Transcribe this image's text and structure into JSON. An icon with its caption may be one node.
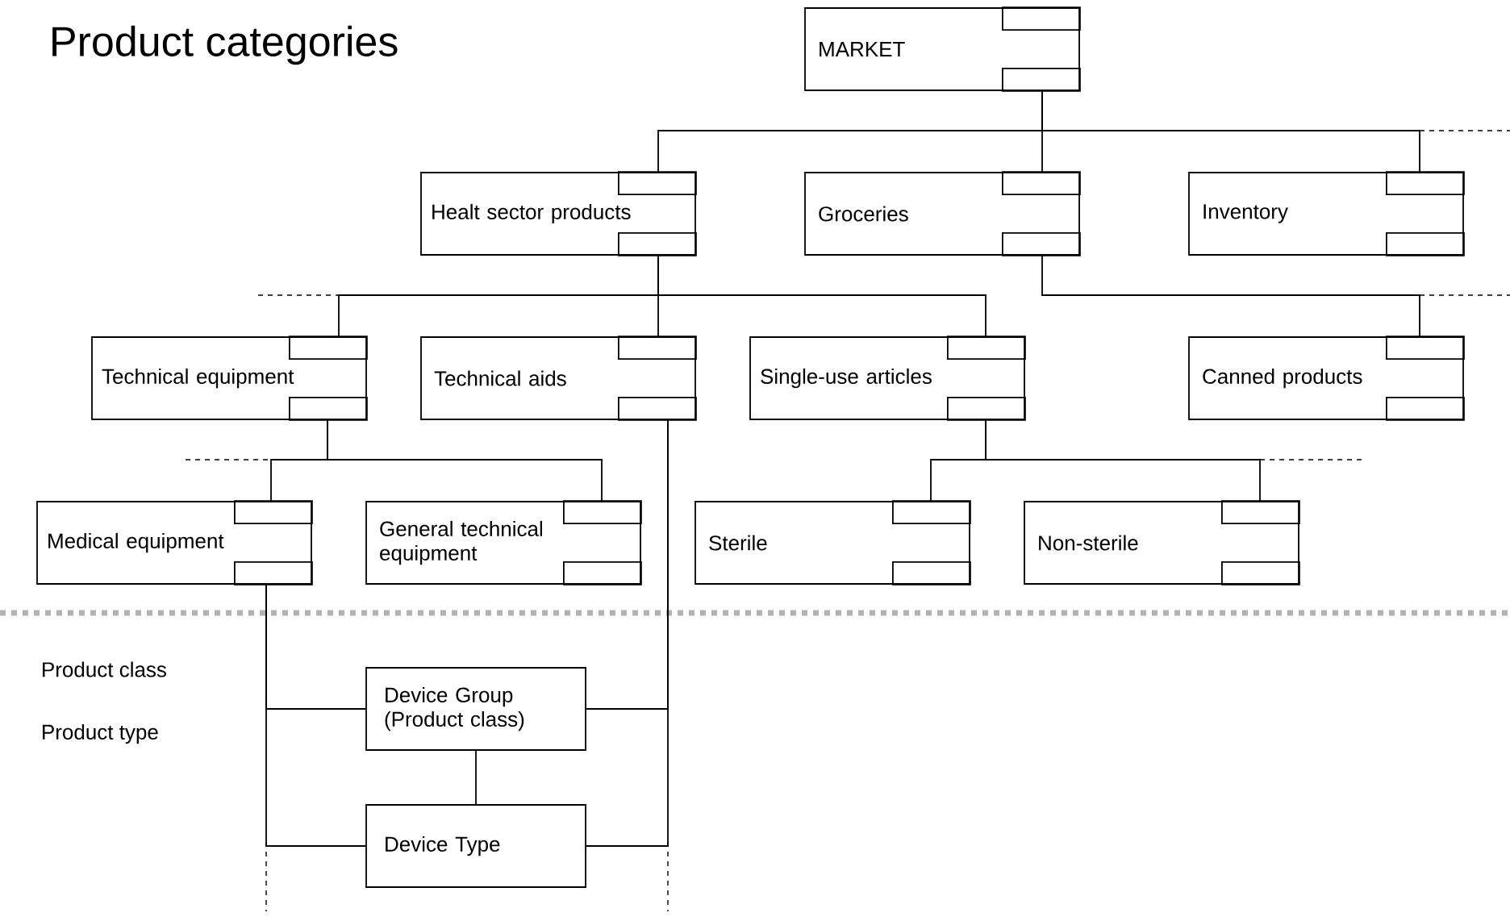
{
  "diagram": {
    "title": "Product categories",
    "nodes": [
      {
        "text": [
          "MARKET"
        ]
      },
      {
        "text": [
          "Healt sector products"
        ]
      },
      {
        "text": [
          "Groceries"
        ]
      },
      {
        "text": [
          "Inventory"
        ]
      },
      {
        "text": [
          "Technical equipment"
        ]
      },
      {
        "text": [
          "Technical aids"
        ]
      },
      {
        "text": [
          "Single-use articles"
        ]
      },
      {
        "text": [
          "Canned products"
        ]
      },
      {
        "text": [
          "Medical equipment"
        ]
      },
      {
        "text": [
          "General technical equipment"
        ]
      },
      {
        "text": [
          "Sterile"
        ]
      },
      {
        "text": [
          "Non-sterile"
        ]
      },
      {
        "text": [
          "Device Group (Product class)"
        ]
      },
      {
        "text": [
          "Device Type"
        ]
      }
    ],
    "edges": [
      {
        "from": 0,
        "to": 1,
        "arrow": "none"
      },
      {
        "from": 0,
        "to": 2,
        "arrow": "none"
      },
      {
        "from": 0,
        "to": 3,
        "arrow": "none"
      },
      {
        "from": 1,
        "to": 4,
        "arrow": "none"
      },
      {
        "from": 1,
        "to": 5,
        "arrow": "none"
      },
      {
        "from": 1,
        "to": 6,
        "arrow": "none"
      },
      {
        "from": 2,
        "to": 7,
        "arrow": "none"
      },
      {
        "from": 4,
        "to": 8,
        "arrow": "none"
      },
      {
        "from": 4,
        "to": 9,
        "arrow": "none"
      },
      {
        "from": 6,
        "to": 10,
        "arrow": "none"
      },
      {
        "from": 6,
        "to": 11,
        "arrow": "none"
      },
      {
        "from": 8,
        "to": 12,
        "arrow": "none"
      },
      {
        "from": 8,
        "to": 13,
        "arrow": "none"
      },
      {
        "from": 5,
        "to": 12,
        "arrow": "none"
      },
      {
        "from": 5,
        "to": 13,
        "arrow": "none"
      },
      {
        "from": 12,
        "to": 13,
        "arrow": "none"
      }
    ],
    "labels": [
      "Product class",
      "Product type"
    ]
  }
}
